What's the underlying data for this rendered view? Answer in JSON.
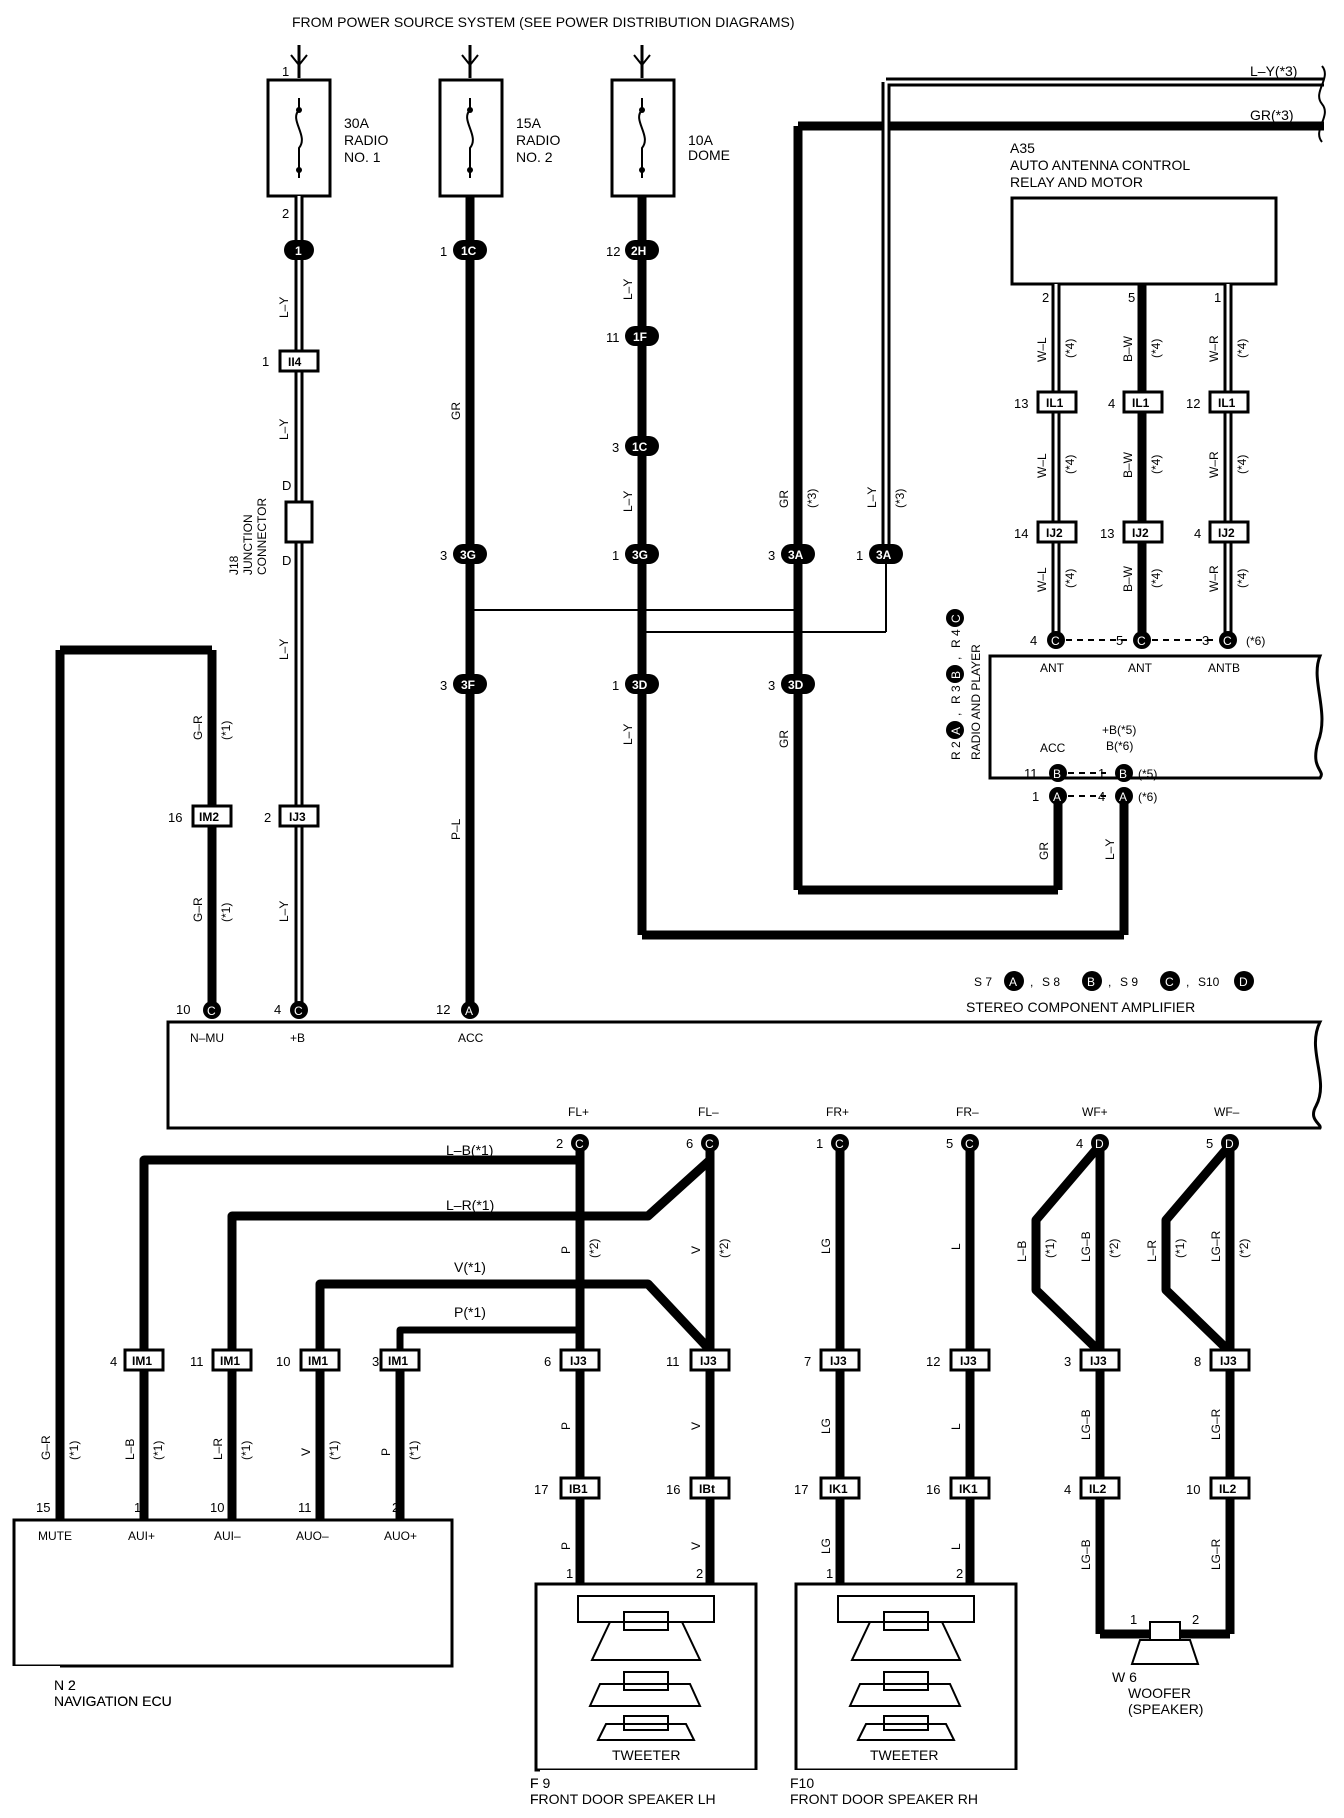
{
  "header": {
    "source": "FROM POWER SOURCE SYSTEM (SEE POWER DISTRIBUTION DIAGRAMS)"
  },
  "fuses": [
    {
      "line1": "30A",
      "line2": "RADIO",
      "line3": "NO. 1"
    },
    {
      "line1": "15A",
      "line2": "RADIO",
      "line3": "NO. 2"
    },
    {
      "line1": "10A",
      "line2": "DOME",
      "line3": ""
    }
  ],
  "right_wires": {
    "top": "L–Y(*3)",
    "second": "GR(*3)"
  },
  "antenna": {
    "code": "A35",
    "name1": "AUTO ANTENNA CONTROL",
    "name2": "RELAY AND MOTOR"
  },
  "junction": {
    "code": "J18",
    "name1": "JUNCTION",
    "name2": "CONNECTOR",
    "pinD": "D"
  },
  "radio": {
    "codes": [
      "R 2",
      "R 3",
      "R 4"
    ],
    "code_letters": [
      "A",
      "B",
      "C"
    ],
    "name": "RADIO AND PLAYER",
    "pins": {
      "ant1": "ANT",
      "ant2": "ANT",
      "antb": "ANTB",
      "acc": "ACC",
      "b1": "+B(*5)",
      "b2": "B(*6)"
    },
    "notes": {
      "n6": "(*6)",
      "n5": "(*5)"
    }
  },
  "amp": {
    "codes": [
      "S 7",
      "S 8",
      "S 9",
      "S10"
    ],
    "code_letters": [
      "A",
      "B",
      "C",
      "D"
    ],
    "name": "STEREO COMPONENT AMPLIFIER",
    "pins_top": [
      "N–MU",
      "+B",
      "ACC"
    ],
    "pins_bottom": [
      "FL+",
      "FL–",
      "FR+",
      "FR–",
      "WF+",
      "WF–"
    ]
  },
  "nav": {
    "code": "N 2",
    "name": "NAVIGATION ECU",
    "pins": [
      "MUTE",
      "AUI+",
      "AUI–",
      "AUO–",
      "AUO+"
    ]
  },
  "speakers": {
    "lh_code": "F 9",
    "lh_name": "FRONT DOOR SPEAKER LH",
    "rh_code": "F10",
    "rh_name": "FRONT DOOR SPEAKER RH",
    "tweeter": "TWEETER",
    "woofer_code": "W 6",
    "woofer_name1": "WOOFER",
    "woofer_name2": "(SPEAKER)"
  },
  "wire_labels": {
    "ly": "L–Y",
    "gr": "GR",
    "pl": "P–L",
    "gr_n": "G–R",
    "wl": "W–L",
    "bw": "B–W",
    "wr": "W–R",
    "lb1": "L–B(*1)",
    "lr1": "L–R(*1)",
    "v1": "V(*1)",
    "p1": "P(*1)",
    "p": "P",
    "v": "V",
    "lg": "LG",
    "l": "L",
    "lb": "L–B",
    "lgb": "LG–B",
    "lr": "L–R",
    "lgr": "LG–R",
    "n1": "(*1)",
    "n2": "(*2)",
    "n3": "(*3)",
    "n4": "(*4)"
  },
  "connectors": {
    "c1": "1",
    "c1C": "1C",
    "c2H": "2H",
    "c1F": "1F",
    "c3G": "3G",
    "c3A": "3A",
    "c3F": "3F",
    "c3D": "3D",
    "cII4": "II4",
    "cIL1": "IL1",
    "cIJ2": "IJ2",
    "cIM2": "IM2",
    "cIJ3": "IJ3",
    "cIM1": "IM1",
    "cIB1": "IB1",
    "cIBt": "IBt",
    "cIK1": "IK1",
    "cIL2": "IL2"
  },
  "pin_letters": {
    "A": "A",
    "B": "B",
    "C": "C",
    "D": "D"
  },
  "pin_numbers": {
    "p1": "1",
    "p2": "2",
    "p3": "3",
    "p4": "4",
    "p5": "5",
    "p6": "6",
    "p7": "7",
    "p8": "8",
    "p10": "10",
    "p11": "11",
    "p12": "12",
    "p13": "13",
    "p14": "14",
    "p15": "15",
    "p16": "16",
    "p17": "17"
  }
}
